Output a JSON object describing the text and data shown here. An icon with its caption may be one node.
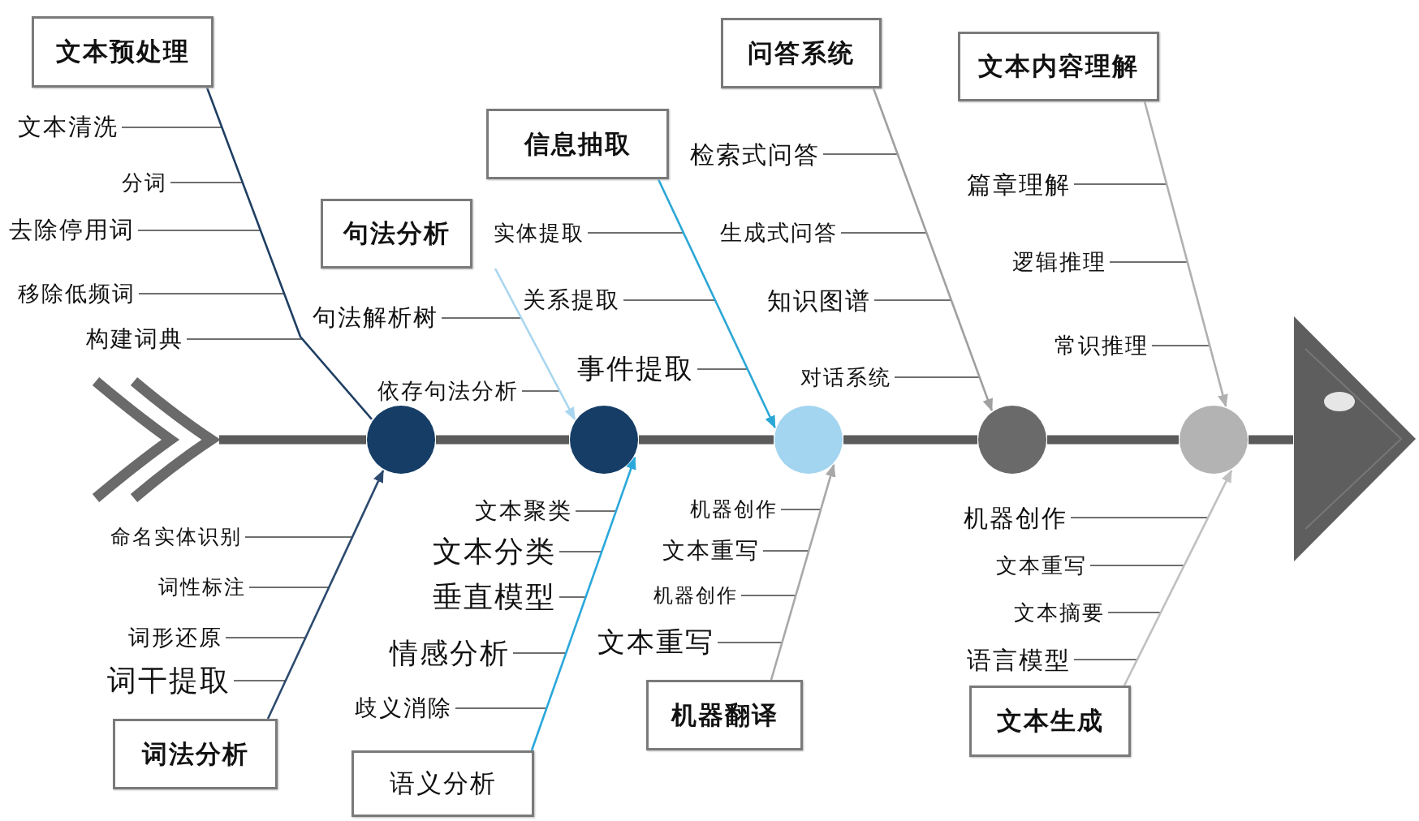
{
  "diagram": {
    "nodes": [
      {
        "text": [
          "文本预处理"
        ]
      },
      {
        "text": [
          "句法分析"
        ]
      },
      {
        "text": [
          "信息抽取"
        ]
      },
      {
        "text": [
          "问答系统"
        ]
      },
      {
        "text": [
          "文本内容理解"
        ]
      },
      {
        "text": [
          "词法分析"
        ]
      },
      {
        "text": [
          "语义分析"
        ]
      },
      {
        "text": [
          "机器翻译"
        ]
      },
      {
        "text": [
          "文本生成"
        ]
      },
      {
        "text": [],
        "shape": "chevron"
      },
      {
        "text": [],
        "shape": "circle"
      },
      {
        "text": [],
        "shape": "circle"
      },
      {
        "text": [],
        "shape": "circle"
      },
      {
        "text": [],
        "shape": "circle"
      },
      {
        "text": [],
        "shape": "circle"
      },
      {
        "text": [],
        "shape": "triangle"
      }
    ],
    "edges": [
      {
        "from": 0,
        "to": 10,
        "arrow": "none",
        "color": "#1f3f63"
      },
      {
        "from": 1,
        "to": 11,
        "arrow": "to",
        "color": "#a9d6ee"
      },
      {
        "from": 2,
        "to": 12,
        "arrow": "to",
        "color": "#2aa7d6"
      },
      {
        "from": 3,
        "to": 13,
        "arrow": "to",
        "color": "#a0a0a0"
      },
      {
        "from": 4,
        "to": 14,
        "arrow": "to",
        "color": "#b0b0b0"
      },
      {
        "from": 5,
        "to": 10,
        "arrow": "to",
        "color": "#2c4a6e"
      },
      {
        "from": 6,
        "to": 11,
        "arrow": "to",
        "color": "#2aa8dc"
      },
      {
        "from": 7,
        "to": 12,
        "arrow": "to",
        "color": "#a8a8a8"
      },
      {
        "from": 8,
        "to": 14,
        "arrow": "to",
        "color": "#c0c0c0"
      },
      {
        "from": 9,
        "to": 10,
        "arrow": "none",
        "style": "thick"
      },
      {
        "from": 10,
        "to": 11,
        "arrow": "none",
        "style": "thick"
      },
      {
        "from": 11,
        "to": 12,
        "arrow": "none",
        "style": "thick"
      },
      {
        "from": 12,
        "to": 13,
        "arrow": "none",
        "style": "thick"
      },
      {
        "from": 13,
        "to": 14,
        "arrow": "none",
        "style": "thick"
      },
      {
        "from": 14,
        "to": 15,
        "arrow": "none",
        "style": "thick"
      }
    ],
    "labels": [
      "文本清洗",
      "分词",
      "去除停用词",
      "移除低频词",
      "构建词典",
      "句法解析树",
      "依存句法分析",
      "实体提取",
      "关系提取",
      "事件提取",
      "检索式问答",
      "生成式问答",
      "知识图谱",
      "对话系统",
      "篇章理解",
      "逻辑推理",
      "常识推理",
      "命名实体识别",
      "词性标注",
      "词形还原",
      "词干提取",
      "文本聚类",
      "文本分类",
      "垂直模型",
      "情感分析",
      "歧义消除",
      "机器创作",
      "文本重写",
      "机器创作",
      "文本重写",
      "机器创作",
      "文本重写",
      "文本摘要",
      "语言模型"
    ]
  }
}
